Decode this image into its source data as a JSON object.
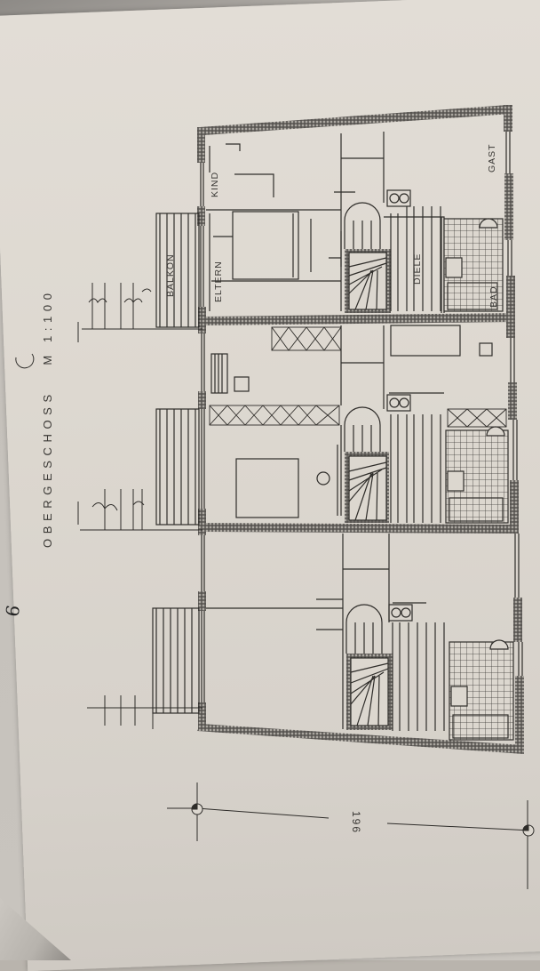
{
  "document": {
    "type": "architectural floor plan (photographed)",
    "title": "OBERGESCHOSS",
    "scale_label": "M 1:100",
    "page_mark": "6",
    "dimension_label": "196",
    "units": [
      {
        "name": "unit-1",
        "rooms": [
          "BALKON",
          "ELTERN",
          "KIND",
          "DIELE",
          "GAST",
          "BAD"
        ]
      },
      {
        "name": "unit-2",
        "rooms": []
      },
      {
        "name": "unit-3",
        "rooms": []
      }
    ],
    "colors": {
      "paper": "#ddd8d0",
      "ink": "#2f2d2a",
      "wall_hatch": "#4a4845"
    }
  },
  "labels": {
    "balkon": "BALKON",
    "eltern": "ELTERN",
    "kind": "KIND",
    "diele": "DIELE",
    "gast": "GAST",
    "bad": "BAD"
  }
}
